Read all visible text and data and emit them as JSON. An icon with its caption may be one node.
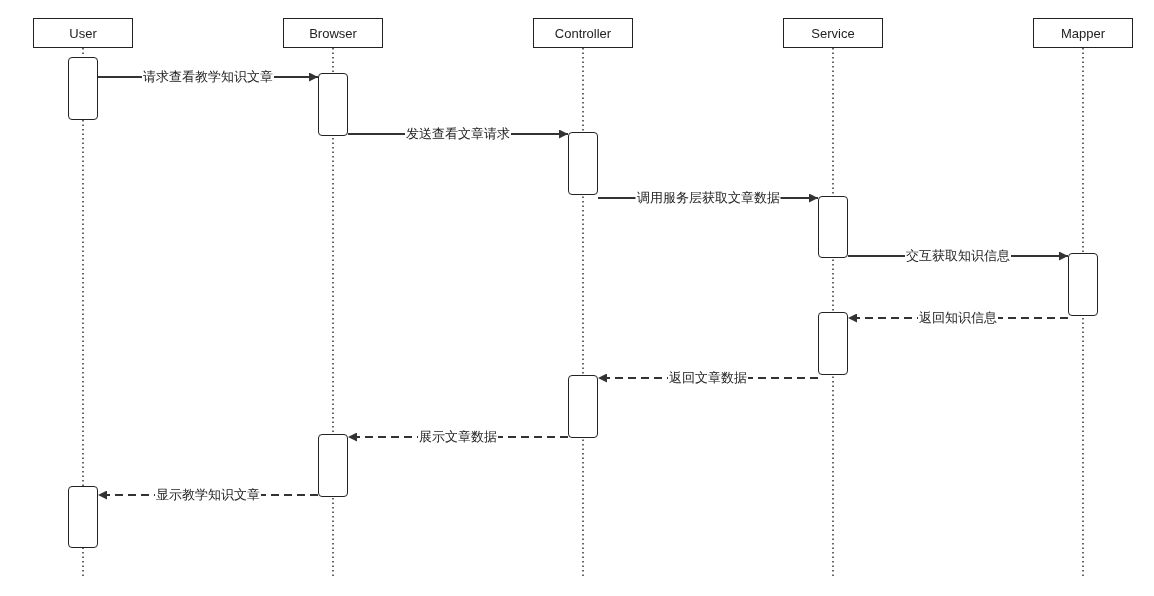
{
  "diagram": {
    "nodes": [
      {
        "text": [
          "User"
        ]
      },
      {
        "text": [
          "Browser"
        ]
      },
      {
        "text": [
          "Controller"
        ]
      },
      {
        "text": [
          "Service"
        ]
      },
      {
        "text": [
          "Mapper"
        ]
      },
      {
        "text": [],
        "shape": "box"
      },
      {
        "text": [],
        "shape": "box"
      },
      {
        "text": [],
        "shape": "box"
      },
      {
        "text": [],
        "shape": "box"
      },
      {
        "text": [],
        "shape": "box"
      },
      {
        "text": [],
        "shape": "box"
      },
      {
        "text": [],
        "shape": "box"
      },
      {
        "text": [],
        "shape": "box"
      },
      {
        "text": [],
        "shape": "box"
      }
    ],
    "edges": [
      {
        "from": 5,
        "to": 6,
        "arrow": "to",
        "label": "请求查看教学知识文章"
      },
      {
        "from": 6,
        "to": 7,
        "arrow": "to",
        "label": "发送查看文章请求"
      },
      {
        "from": 7,
        "to": 8,
        "arrow": "to",
        "label": "调用服务层获取文章数据"
      },
      {
        "from": 8,
        "to": 9,
        "arrow": "to",
        "label": "交互获取知识信息"
      },
      {
        "from": 9,
        "to": 10,
        "arrow": "to",
        "label": "返回知识信息",
        "style": "dashed"
      },
      {
        "from": 10,
        "to": 11,
        "arrow": "to",
        "label": "返回文章数据",
        "style": "dashed"
      },
      {
        "from": 11,
        "to": 12,
        "arrow": "to",
        "label": "展示文章数据",
        "style": "dashed"
      },
      {
        "from": 12,
        "to": 13,
        "arrow": "to",
        "label": "显示教学知识文章",
        "style": "dashed"
      }
    ]
  }
}
